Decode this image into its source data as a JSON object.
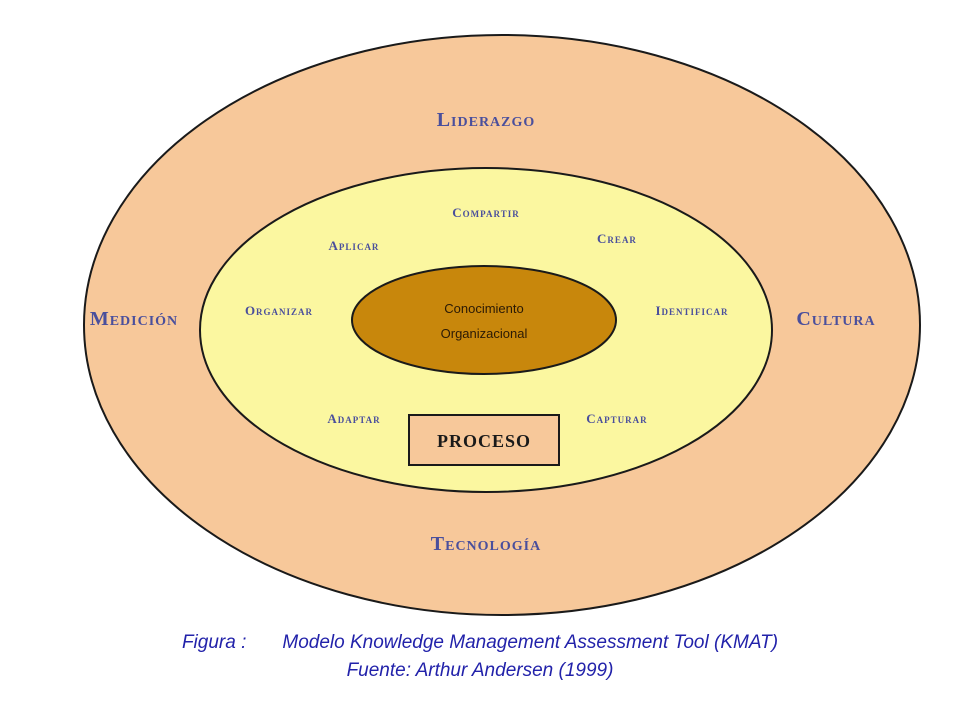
{
  "diagram": {
    "outer": {
      "top": "Liderazgo",
      "left": "Medición",
      "right": "Cultura",
      "bottom": "Tecnología"
    },
    "middle": {
      "compartir": "Compartir",
      "aplicar": "Aplicar",
      "crear": "Crear",
      "organizar": "Organizar",
      "identificar": "Identificar",
      "adaptar": "Adaptar",
      "capturar": "Capturar"
    },
    "core": {
      "line1": "Conocimiento",
      "line2": "Organizacional"
    },
    "proceso": "PROCESO"
  },
  "caption": {
    "prefix": "Figura :",
    "title": "Modelo Knowledge Management Assessment Tool (KMAT)",
    "source": "Fuente: Arthur Andersen (1999)"
  },
  "colors": {
    "outer_fill": "#f7c89a",
    "middle_fill": "#fbf7a0",
    "core_fill": "#c8870c",
    "proceso_fill": "#f7c89a",
    "label_color": "#4a4f9c",
    "caption_color": "#2222aa"
  }
}
